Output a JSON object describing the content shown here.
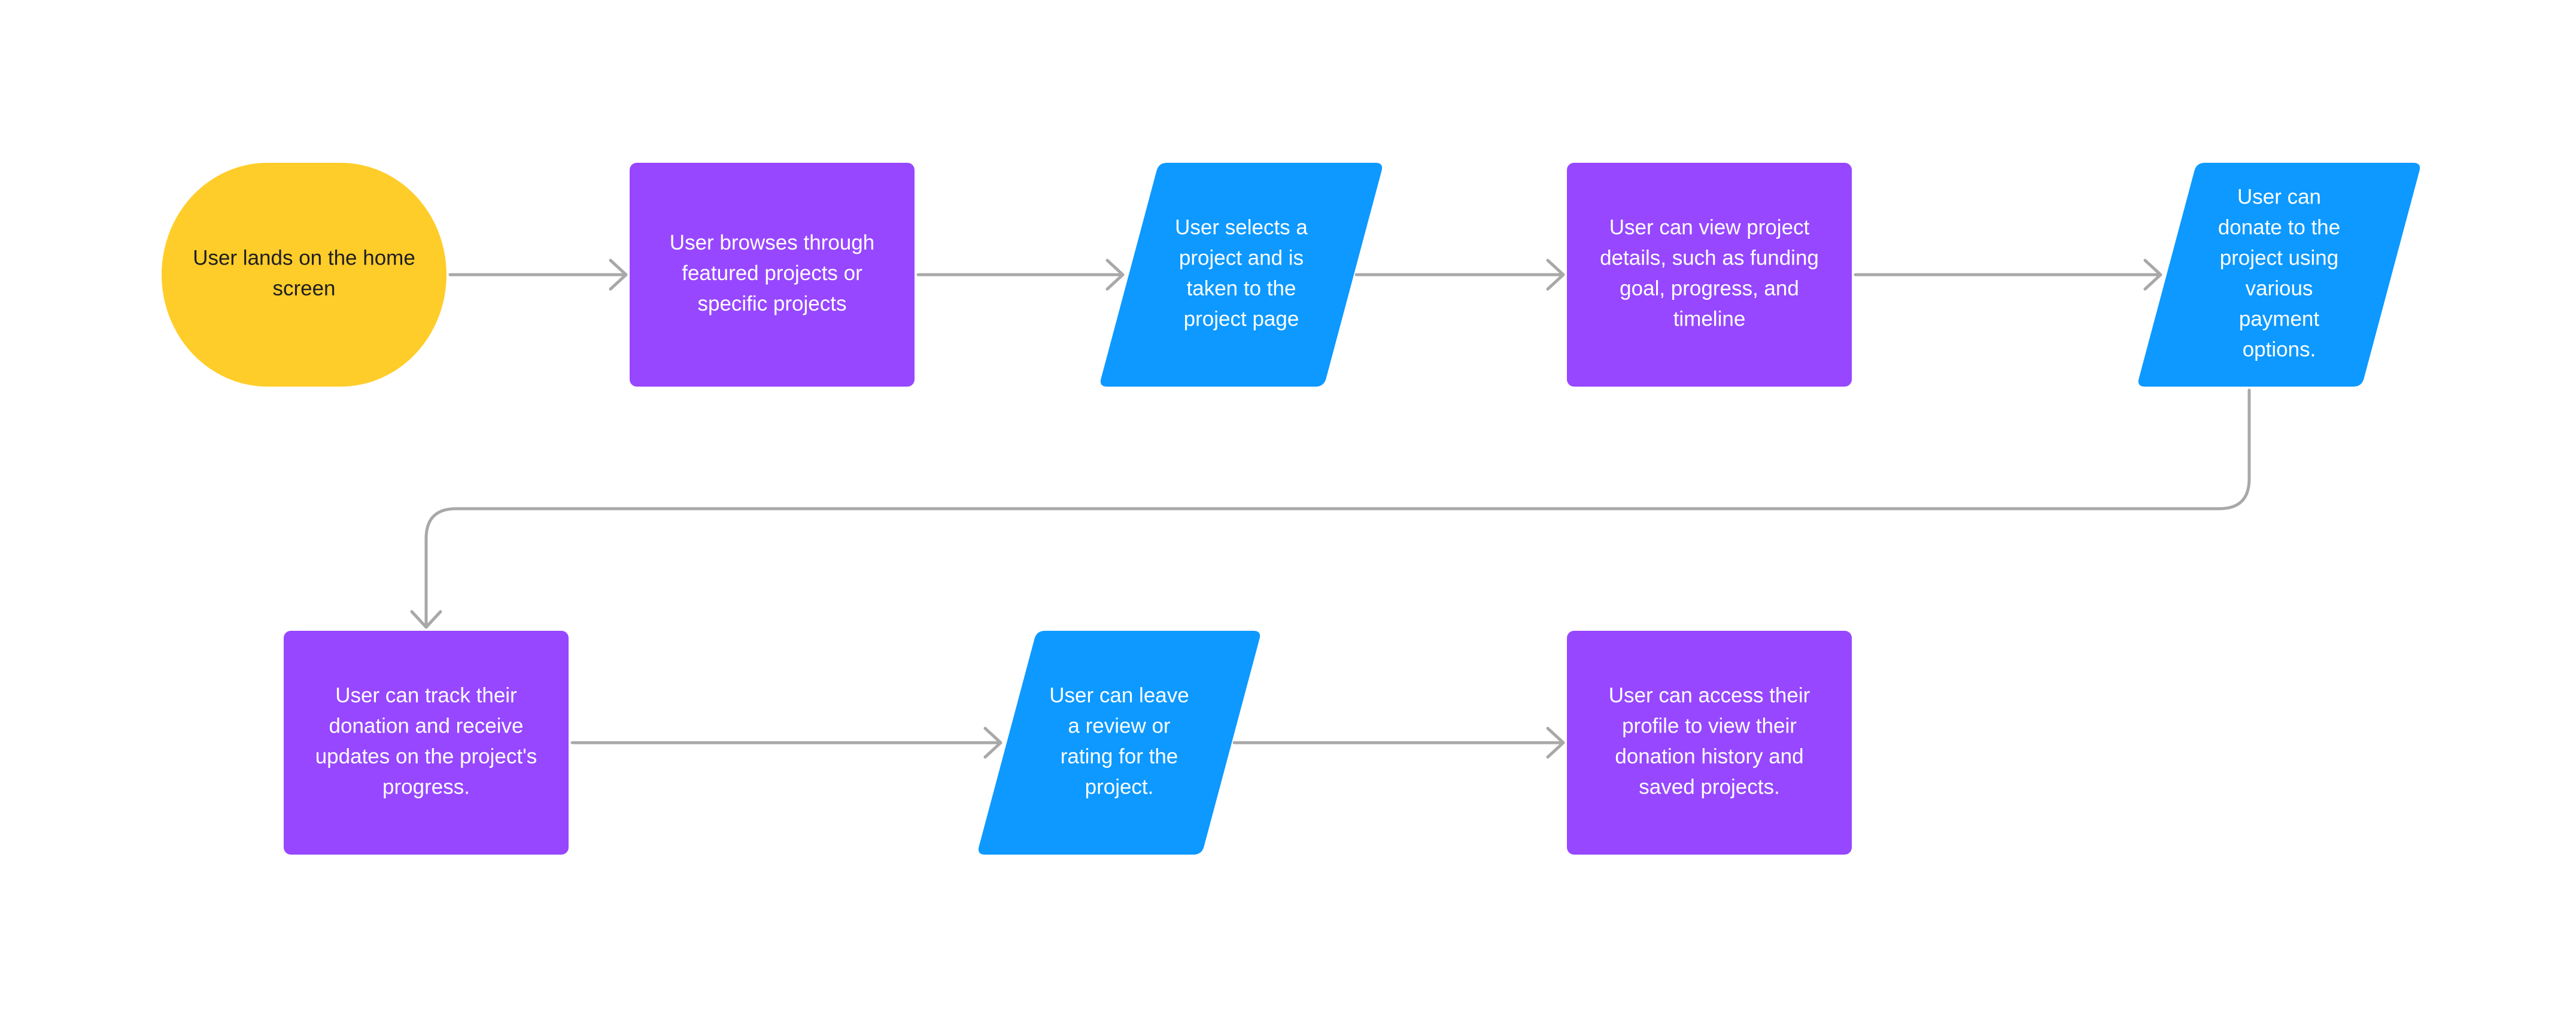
{
  "colors": {
    "background": "#ffffff",
    "start": "#FFCD2A",
    "process": "#9747FF",
    "io": "#0D99FF",
    "connector": "#A8A8A8",
    "text_dark": "#1E1E1E",
    "text_light": "#FFFFFF"
  },
  "nodes": [
    {
      "id": "start",
      "shape": "terminal",
      "fill": "start",
      "text": "dark",
      "lines": [
        "User lands on the home",
        "screen"
      ]
    },
    {
      "id": "browse",
      "shape": "process",
      "fill": "process",
      "text": "light",
      "lines": [
        "User browses through",
        "featured projects or",
        "specific projects"
      ]
    },
    {
      "id": "select",
      "shape": "io",
      "fill": "io",
      "text": "light",
      "lines": [
        "User selects a",
        "project and is",
        "taken to the",
        "project page"
      ]
    },
    {
      "id": "details",
      "shape": "process",
      "fill": "process",
      "text": "light",
      "lines": [
        "User can view project",
        "details, such as funding",
        "goal, progress, and",
        "timeline"
      ]
    },
    {
      "id": "donate",
      "shape": "io",
      "fill": "io",
      "text": "light",
      "lines": [
        "User can",
        "donate to the",
        "project using",
        "various",
        "payment",
        "options."
      ]
    },
    {
      "id": "track",
      "shape": "process",
      "fill": "process",
      "text": "light",
      "lines": [
        "User can track their",
        "donation and receive",
        "updates on the project's",
        "progress."
      ]
    },
    {
      "id": "review",
      "shape": "io",
      "fill": "io",
      "text": "light",
      "lines": [
        "User can leave",
        "a review or",
        "rating for the",
        "project."
      ]
    },
    {
      "id": "profile",
      "shape": "process",
      "fill": "process",
      "text": "light",
      "lines": [
        "User can access their",
        "profile to view their",
        "donation history and",
        "saved projects."
      ]
    }
  ],
  "edges": [
    {
      "from": "start",
      "to": "browse"
    },
    {
      "from": "browse",
      "to": "select"
    },
    {
      "from": "select",
      "to": "details"
    },
    {
      "from": "details",
      "to": "donate"
    },
    {
      "from": "donate",
      "to": "track"
    },
    {
      "from": "track",
      "to": "review"
    },
    {
      "from": "review",
      "to": "profile"
    }
  ]
}
